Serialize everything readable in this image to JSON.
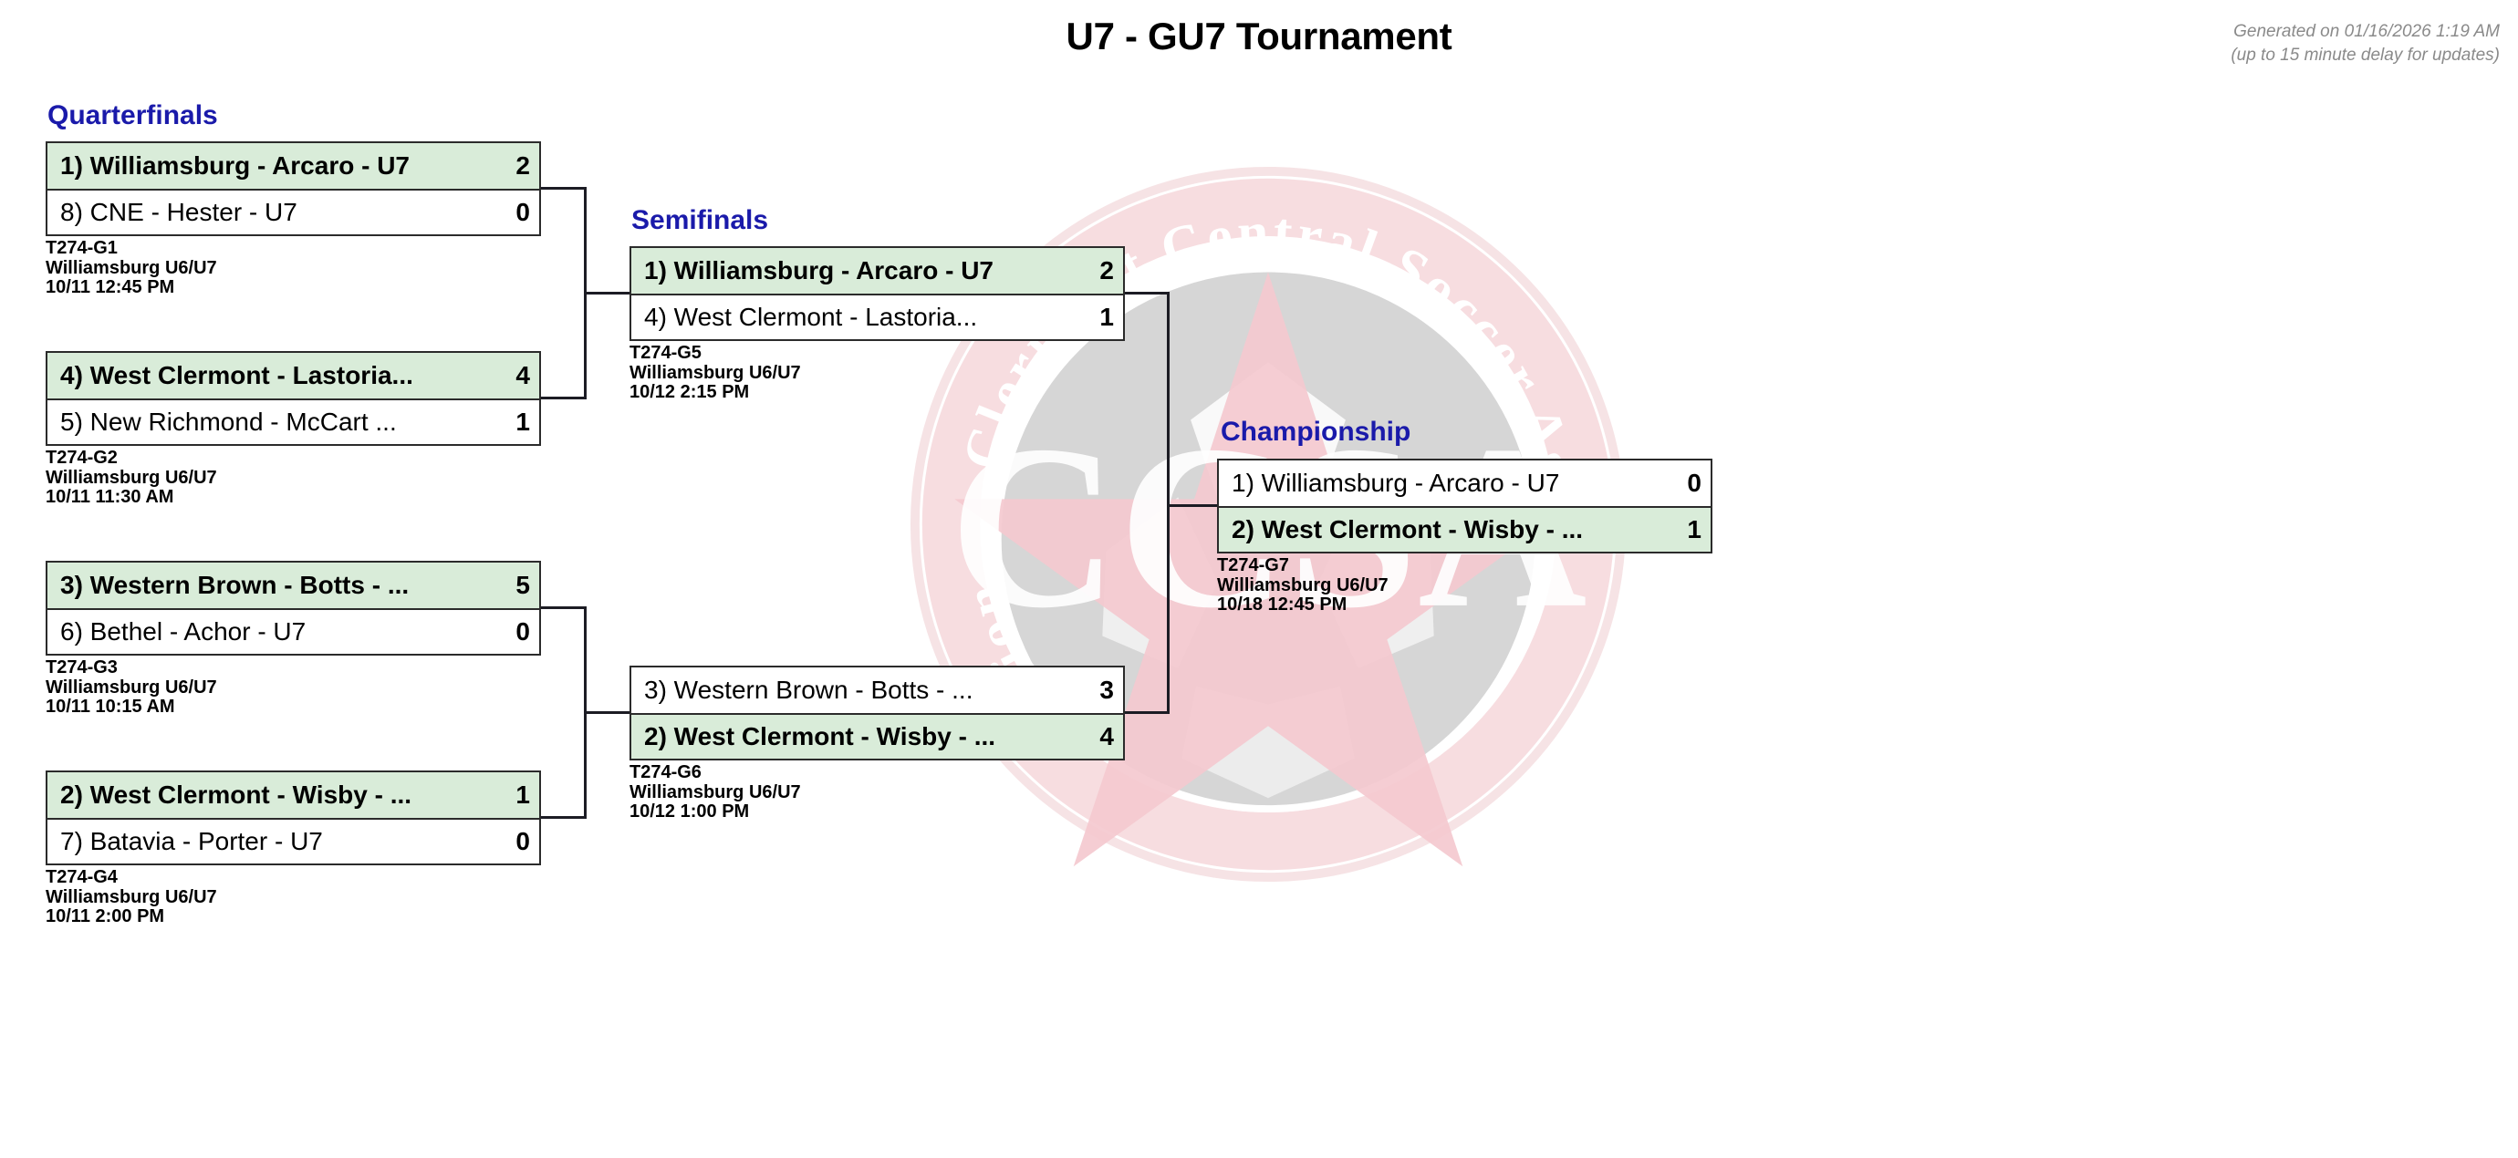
{
  "header": {
    "title": "U7 - GU7 Tournament",
    "generated_on": "Generated on 01/16/2026 1:19 AM",
    "delay_note": "(up to 15 minute delay for updates)"
  },
  "watermark": {
    "name": "clermont-central-soccer-association-logo",
    "arc_top_text": "Clermont Central Soccer Asso",
    "arc_bottom_text": "ciation",
    "center_text": "CCSA",
    "ring_color": "#f3d3d6",
    "star_color": "#f5cdd2",
    "ball_color": "#d4d4d4"
  },
  "colors": {
    "winner_highlight": "#d9ecd9",
    "round_label": "#1a1aaa",
    "border": "#2b2b2b",
    "meta_text": "#000000",
    "generated_text": "#8a8a8a"
  },
  "rounds": [
    {
      "id": "quarterfinals",
      "label": "Quarterfinals"
    },
    {
      "id": "semifinals",
      "label": "Semifinals"
    },
    {
      "id": "championship",
      "label": "Championship"
    }
  ],
  "matches": [
    {
      "id": "G1",
      "round": "quarterfinals",
      "top": {
        "name": "1) Williamsburg - Arcaro - U7",
        "score": "2",
        "winner": true
      },
      "bottom": {
        "name": "8) CNE - Hester - U7",
        "score": "0",
        "winner": false
      },
      "meta": {
        "game_id": "T274-G1",
        "venue": "Williamsburg U6/U7",
        "datetime": "10/11 12:45 PM"
      }
    },
    {
      "id": "G2",
      "round": "quarterfinals",
      "top": {
        "name": "4) West Clermont - Lastoria...",
        "score": "4",
        "winner": true
      },
      "bottom": {
        "name": "5) New Richmond - McCart ...",
        "score": "1",
        "winner": false
      },
      "meta": {
        "game_id": "T274-G2",
        "venue": "Williamsburg U6/U7",
        "datetime": "10/11 11:30 AM"
      }
    },
    {
      "id": "G3",
      "round": "quarterfinals",
      "top": {
        "name": "3) Western Brown - Botts - ...",
        "score": "5",
        "winner": true
      },
      "bottom": {
        "name": "6) Bethel - Achor - U7",
        "score": "0",
        "winner": false
      },
      "meta": {
        "game_id": "T274-G3",
        "venue": "Williamsburg U6/U7",
        "datetime": "10/11 10:15 AM"
      }
    },
    {
      "id": "G4",
      "round": "quarterfinals",
      "top": {
        "name": "2) West Clermont - Wisby - ...",
        "score": "1",
        "winner": true
      },
      "bottom": {
        "name": "7) Batavia - Porter - U7",
        "score": "0",
        "winner": false
      },
      "meta": {
        "game_id": "T274-G4",
        "venue": "Williamsburg U6/U7",
        "datetime": "10/11 2:00 PM"
      }
    },
    {
      "id": "G5",
      "round": "semifinals",
      "top": {
        "name": "1) Williamsburg - Arcaro - U7",
        "score": "2",
        "winner": true
      },
      "bottom": {
        "name": "4) West Clermont - Lastoria...",
        "score": "1",
        "winner": false
      },
      "meta": {
        "game_id": "T274-G5",
        "venue": "Williamsburg U6/U7",
        "datetime": "10/12 2:15 PM"
      }
    },
    {
      "id": "G6",
      "round": "semifinals",
      "top": {
        "name": "3) Western Brown - Botts - ...",
        "score": "3",
        "winner": false
      },
      "bottom": {
        "name": "2) West Clermont - Wisby - ...",
        "score": "4",
        "winner": true
      },
      "meta": {
        "game_id": "T274-G6",
        "venue": "Williamsburg U6/U7",
        "datetime": "10/12 1:00 PM"
      }
    },
    {
      "id": "G7",
      "round": "championship",
      "top": {
        "name": "1) Williamsburg - Arcaro - U7",
        "score": "0",
        "winner": false
      },
      "bottom": {
        "name": "2) West Clermont - Wisby - ...",
        "score": "1",
        "winner": true
      },
      "meta": {
        "game_id": "T274-G7",
        "venue": "Williamsburg U6/U7",
        "datetime": "10/18 12:45 PM"
      }
    }
  ]
}
